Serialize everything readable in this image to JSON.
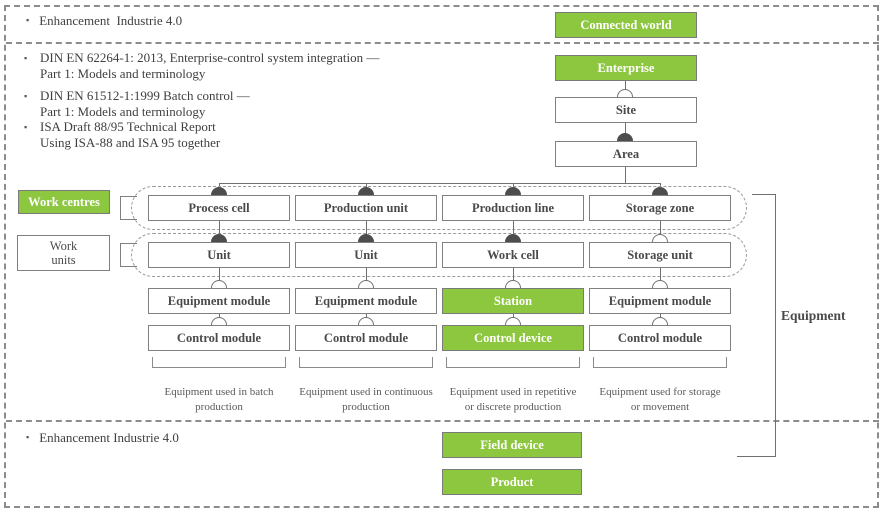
{
  "colors": {
    "accent_green": "#8DC63F",
    "box_border": "#808080",
    "box_text": "#4a4a4a",
    "line": "#707070",
    "dash_border": "#8c8c8c"
  },
  "top_band": {
    "bullet": "Enhancement  Industrie 4.0",
    "box": "Connected world"
  },
  "standards": [
    {
      "line1": "DIN EN 62264-1: 2013, Enterprise-control system integration —",
      "line2": "Part 1: Models and terminology"
    },
    {
      "line1": "DIN EN 61512-1:1999 Batch  control —",
      "line2": "Part 1: Models and terminology"
    },
    {
      "line1": "ISA Draft 88/95 Technical Report",
      "line2": "Using ISA-88 and ISA 95  together"
    }
  ],
  "hierarchy": {
    "enterprise": "Enterprise",
    "site": "Site",
    "area": "Area"
  },
  "row_labels": {
    "work_centres": "Work centres",
    "work_units_line1": "Work",
    "work_units_line2": "units"
  },
  "columns": [
    {
      "work_centre": "Process cell",
      "work_unit": "Unit",
      "equipment_module": "Equipment module",
      "control_module": "Control module",
      "caption_line1": "Equipment  used in  batch",
      "caption_line2": "production"
    },
    {
      "work_centre": "Production unit",
      "work_unit": "Unit",
      "equipment_module": "Equipment module",
      "control_module": "Control module",
      "caption_line1": "Equipment  used in  continuous",
      "caption_line2": "production"
    },
    {
      "work_centre": "Production line",
      "work_unit": "Work cell",
      "equipment_module": "Station",
      "control_module": "Control  device",
      "caption_line1": "Equipment used in repetitive",
      "caption_line2": "or discrete production"
    },
    {
      "work_centre": "Storage zone",
      "work_unit": "Storage unit",
      "equipment_module": "Equipment module",
      "control_module": "Control module",
      "caption_line1": "Equipment used for storage",
      "caption_line2": "or movement"
    }
  ],
  "equipment_label": "Equipment",
  "bottom_band": {
    "bullet": "Enhancement Industrie 4.0",
    "box1": "Field device",
    "box2": "Product"
  }
}
